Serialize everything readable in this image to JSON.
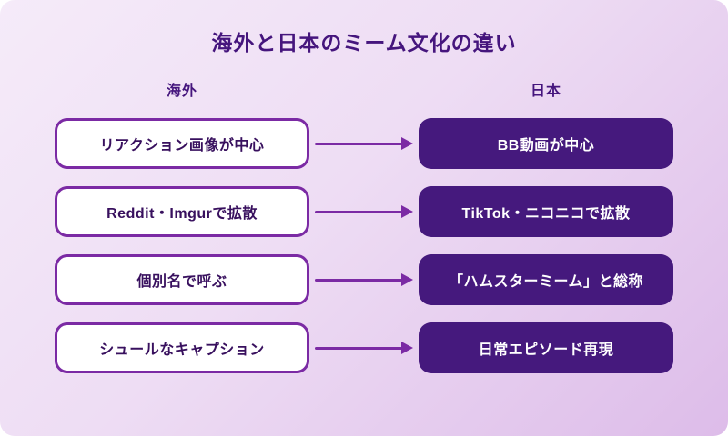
{
  "title": "海外と日本のミーム文化の違い",
  "columns": {
    "left": "海外",
    "right": "日本"
  },
  "rows": [
    {
      "left": "リアクション画像が中心",
      "right": "BB動画が中心"
    },
    {
      "left": "Reddit・Imgurで拡散",
      "right": "TikTok・ニコニコで拡散"
    },
    {
      "left": "個別名で呼ぶ",
      "right": "「ハムスターミーム」と総称"
    },
    {
      "left": "シュールなキャプション",
      "right": "日常エピソード再現"
    }
  ],
  "colors": {
    "background_start": "#f5ebf9",
    "background_end": "#ddbce9",
    "title_text": "#45157d",
    "left_box_border": "#7b2aa4",
    "left_box_fill": "#ffffff",
    "left_box_text": "#38105e",
    "right_box_fill": "#45197d",
    "right_box_text": "#ffffff",
    "arrow": "#7b2aa4"
  }
}
